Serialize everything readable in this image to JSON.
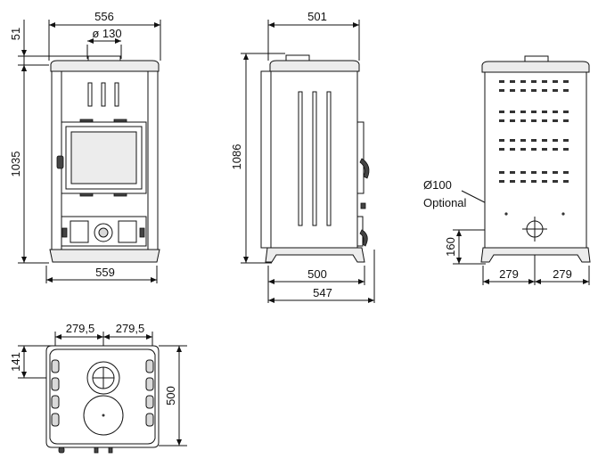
{
  "front_view": {
    "width_top": "556",
    "flue_diameter": "ø 130",
    "top_offset": "51",
    "height": "1035",
    "width_base": "559"
  },
  "side_view": {
    "depth_top": "501",
    "height": "1086",
    "depth_base": "500",
    "depth_total": "547"
  },
  "back_view": {
    "outlet_label_line1": "Ø100",
    "outlet_label_line2": "Optional",
    "outlet_height": "160",
    "half_width_left": "279",
    "half_width_right": "279"
  },
  "top_view": {
    "half_left": "279,5",
    "half_right": "279,5",
    "flue_offset": "141",
    "depth": "500"
  }
}
